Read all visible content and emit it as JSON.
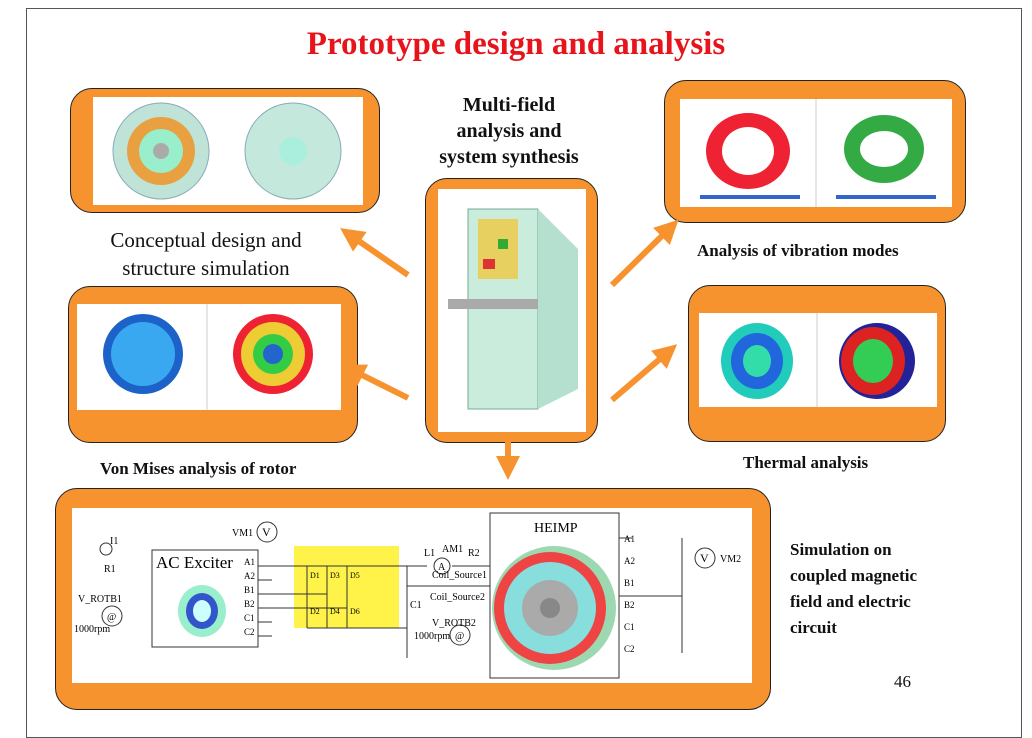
{
  "slide": {
    "title": "Prototype design and analysis",
    "page_number": "46",
    "colors": {
      "title": "#e8141c",
      "panel": "#f7932f",
      "highlight": "#fff34a"
    }
  },
  "captions": {
    "center": [
      "Multi-field",
      "analysis and",
      "system synthesis"
    ],
    "conceptual": [
      "Conceptual design and",
      "structure simulation"
    ],
    "vibration": "Analysis of vibration modes",
    "von_mises": "Von Mises analysis of rotor",
    "thermal": "Thermal analysis",
    "simulation": [
      "Simulation on",
      "coupled magnetic",
      "field and  electric",
      "circuit"
    ]
  },
  "circuit": {
    "exciter": "AC Exciter",
    "heimp": "HEIMP",
    "vm1": "VM1",
    "vm2": "VM2",
    "am1": "AM1",
    "i1": "I1",
    "r1": "R1",
    "r2": "R2",
    "l1": "L1",
    "c1": "C1",
    "vrotb1": "V_ROTB1",
    "vrotb2": "V_ROTB2",
    "rpm1": "1000rpm",
    "rpm2": "1000rpm",
    "coil1": "Coil_Source1",
    "coil2": "Coil_Source2",
    "v": "V",
    "a": "A",
    "omega": "@",
    "diodes": [
      "D1",
      "D3",
      "D5",
      "D2",
      "D4",
      "D6"
    ],
    "pins": [
      "A1",
      "A2",
      "B1",
      "B2",
      "C1",
      "C2"
    ]
  }
}
